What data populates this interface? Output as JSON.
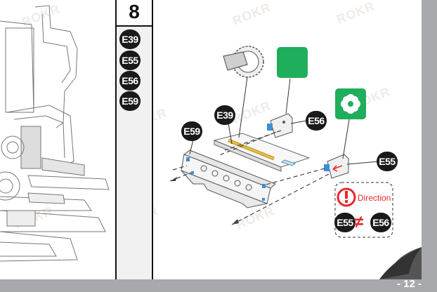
{
  "step": {
    "number": "8"
  },
  "sidebar": {
    "parts": [
      "E39",
      "E55",
      "E56",
      "E59"
    ]
  },
  "diagram": {
    "callouts": {
      "e59": "E59",
      "e39": "E39",
      "e56": "E56",
      "e55": "E55"
    },
    "warning": {
      "text": "Direction",
      "left": "E55",
      "symbol": "≠",
      "right": "E56"
    }
  },
  "watermark": "ROKR",
  "footer": {
    "page_number": "- 12 -"
  },
  "colors": {
    "accent_green": "#1fae5b",
    "warning_red": "#e8282b",
    "page_background": "#a7a9ac"
  }
}
